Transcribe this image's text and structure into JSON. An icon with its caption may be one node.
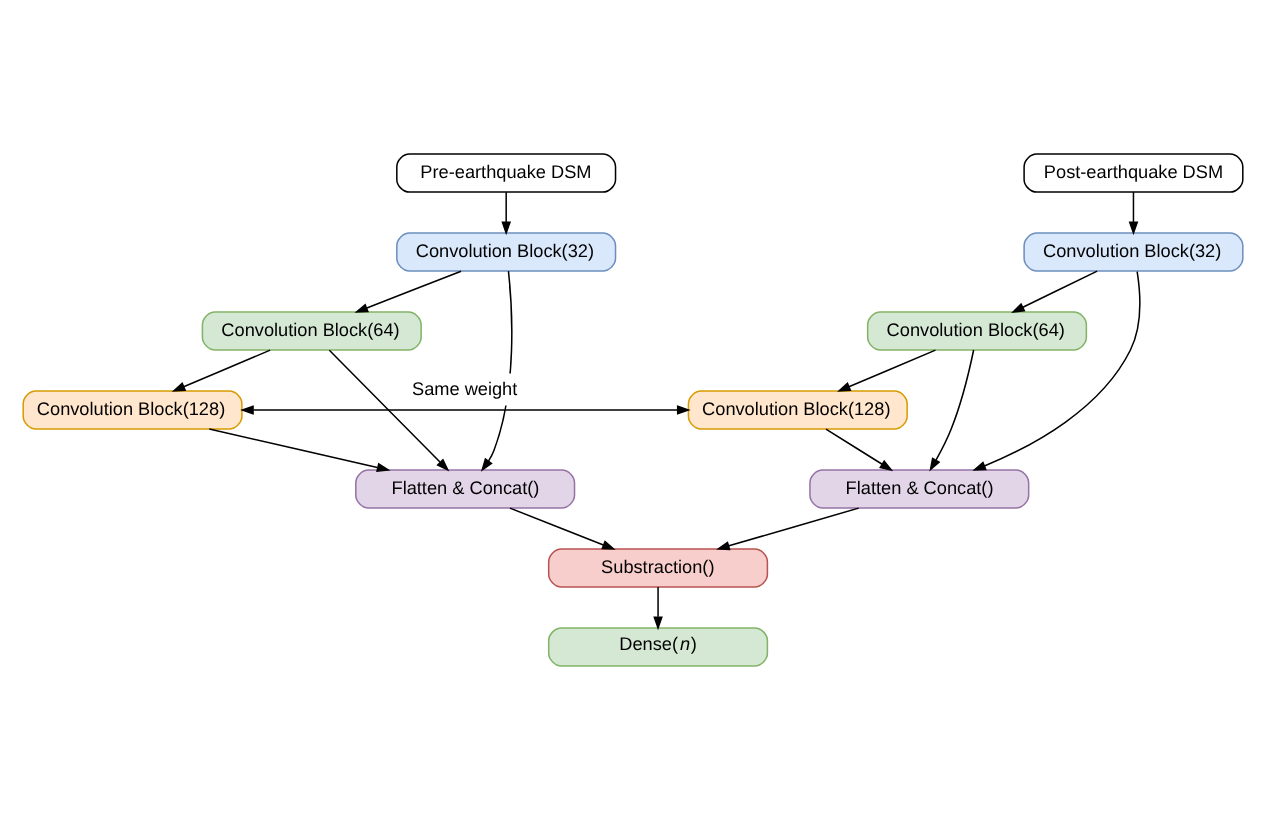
{
  "diagram": {
    "nodes": [
      {
        "text": [
          "Pre-earthquake DSM"
        ]
      },
      {
        "text": [
          "Convolution Block(32)"
        ]
      },
      {
        "text": [
          "Convolution Block(64)"
        ]
      },
      {
        "text": [
          "Convolution Block(128)"
        ]
      },
      {
        "text": [
          "Flatten & Concat()"
        ]
      },
      {
        "text": [
          "Post-earthquake DSM"
        ]
      },
      {
        "text": [
          "Convolution Block(32)"
        ]
      },
      {
        "text": [
          "Convolution Block(64)"
        ]
      },
      {
        "text": [
          "Convolution Block(128)"
        ]
      },
      {
        "text": [
          "Flatten & Concat()"
        ]
      },
      {
        "text": [
          "Substraction()"
        ]
      },
      {
        "text": [
          "Dense(*n*)"
        ]
      }
    ],
    "edges": [
      {
        "from": 0,
        "to": 1,
        "arrow": "to"
      },
      {
        "from": 1,
        "to": 2,
        "arrow": "to"
      },
      {
        "from": 2,
        "to": 3,
        "arrow": "to"
      },
      {
        "from": 3,
        "to": 4,
        "arrow": "to"
      },
      {
        "from": 1,
        "to": 4,
        "arrow": "to"
      },
      {
        "from": 2,
        "to": 4,
        "arrow": "to"
      },
      {
        "from": 5,
        "to": 6,
        "arrow": "to"
      },
      {
        "from": 6,
        "to": 7,
        "arrow": "to"
      },
      {
        "from": 7,
        "to": 8,
        "arrow": "to"
      },
      {
        "from": 8,
        "to": 9,
        "arrow": "to"
      },
      {
        "from": 6,
        "to": 9,
        "arrow": "to"
      },
      {
        "from": 7,
        "to": 9,
        "arrow": "to"
      },
      {
        "from": 3,
        "to": 8,
        "arrow": "both",
        "label": "Same weight"
      },
      {
        "from": 4,
        "to": 10,
        "arrow": "to"
      },
      {
        "from": 9,
        "to": 10,
        "arrow": "to"
      },
      {
        "from": 10,
        "to": 11,
        "arrow": "to"
      }
    ]
  }
}
